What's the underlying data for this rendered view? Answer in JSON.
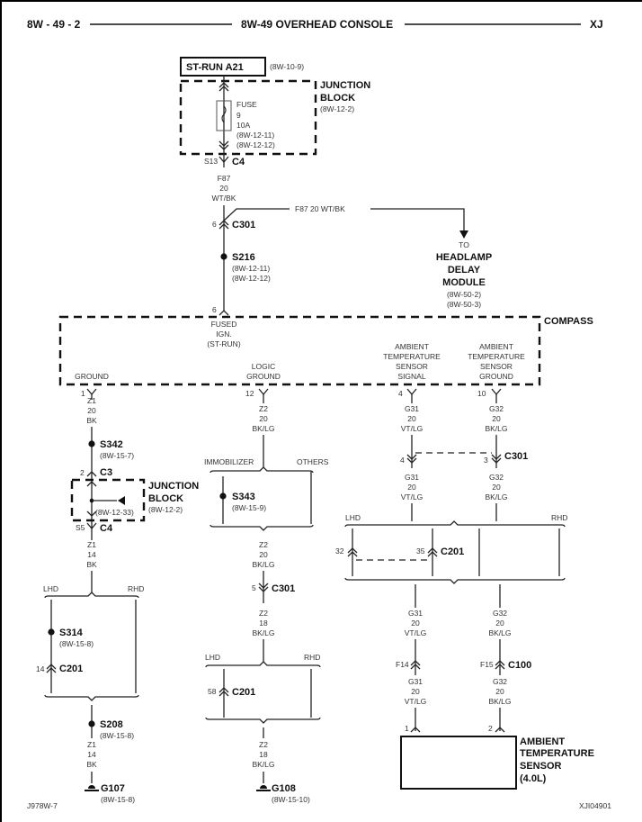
{
  "header": {
    "page_ref": "8W - 49 - 2",
    "title": "8W-49 OVERHEAD CONSOLE",
    "model": "XJ"
  },
  "footer": {
    "left_code": "J978W-7",
    "right_code": "XJI04901"
  },
  "power_source": {
    "label": "ST-RUN A21",
    "ref": "(8W-10-9)"
  },
  "junction_block_top": {
    "title_line1": "JUNCTION",
    "title_line2": "BLOCK",
    "ref": "(8W-12-2)",
    "fuse": {
      "line1": "FUSE",
      "line2": "9",
      "line3": "10A",
      "ref1": "(8W-12-11)",
      "ref2": "(8W-12-12)"
    },
    "cavity": "S13",
    "connector": "C4"
  },
  "feed_wire": {
    "circuit": "F87",
    "gauge": "20",
    "color": "WT/BK"
  },
  "c301_top": {
    "pin": "6",
    "name": "C301"
  },
  "branch_wire": {
    "label": "F87   20 WT/BK"
  },
  "headlamp_module": {
    "to": "TO",
    "line1": "HEADLAMP",
    "line2": "DELAY",
    "line3": "MODULE",
    "ref1": "(8W-50-2)",
    "ref2": "(8W-50-3)"
  },
  "s216": {
    "name": "S216",
    "ref1": "(8W-12-11)",
    "ref2": "(8W-12-12)"
  },
  "compass": {
    "title": "COMPASS",
    "pin_fused": "6",
    "fused_l1": "FUSED",
    "fused_l2": "IGN.",
    "fused_l3": "(ST-RUN)",
    "ground_label": "GROUND",
    "ground_pin": "1",
    "logic_l1": "LOGIC",
    "logic_l2": "GROUND",
    "logic_pin": "12",
    "signal_l1": "AMBIENT",
    "signal_l2": "TEMPERATURE",
    "signal_l3": "SENSOR",
    "signal_l4": "SIGNAL",
    "signal_pin": "4",
    "sgnd_l1": "AMBIENT",
    "sgnd_l2": "TEMPERATURE",
    "sgnd_l3": "SENSOR",
    "sgnd_l4": "GROUND",
    "sgnd_pin": "10"
  },
  "ground_branch": {
    "wire1": {
      "circuit": "Z1",
      "gauge": "20",
      "color": "BK"
    },
    "s342": {
      "name": "S342",
      "ref": "(8W-15-7)"
    },
    "c3": {
      "pin": "2",
      "name": "C3"
    },
    "jb": {
      "title_line1": "JUNCTION",
      "title_line2": "BLOCK",
      "ref": "(8W-12-2)",
      "inner_ref": "(8W-12-33)"
    },
    "c4": {
      "cavity": "S5",
      "name": "C4"
    },
    "wire2": {
      "circuit": "Z1",
      "gauge": "14",
      "color": "BK"
    },
    "lhd": "LHD",
    "rhd": "RHD",
    "s314": {
      "name": "S314",
      "ref": "(8W-15-8)"
    },
    "c201": {
      "pin": "14",
      "name": "C201"
    },
    "s208": {
      "name": "S208",
      "ref": "(8W-15-8)"
    },
    "wire3": {
      "circuit": "Z1",
      "gauge": "14",
      "color": "BK"
    },
    "g107": {
      "name": "G107",
      "ref": "(8W-15-8)"
    }
  },
  "logic_branch": {
    "wire1": {
      "circuit": "Z2",
      "gauge": "20",
      "color": "BK/LG"
    },
    "immobilizer": "IMMOBILIZER",
    "others": "OTHERS",
    "s343": {
      "name": "S343",
      "ref": "(8W-15-9)"
    },
    "wire2": {
      "circuit": "Z2",
      "gauge": "20",
      "color": "BK/LG"
    },
    "c301": {
      "pin": "5",
      "name": "C301"
    },
    "wire3": {
      "circuit": "Z2",
      "gauge": "18",
      "color": "BK/LG"
    },
    "lhd": "LHD",
    "rhd": "RHD",
    "c201": {
      "pin": "58",
      "name": "C201"
    },
    "wire4": {
      "circuit": "Z2",
      "gauge": "18",
      "color": "BK/LG"
    },
    "g108": {
      "name": "G108",
      "ref": "(8W-15-10)"
    }
  },
  "sensor_branch": {
    "g31_a": {
      "circuit": "G31",
      "gauge": "20",
      "color": "VT/LG"
    },
    "g32_a": {
      "circuit": "G32",
      "gauge": "20",
      "color": "BK/LG"
    },
    "c301": {
      "pin_signal": "4",
      "pin_ground": "3",
      "name": "C301"
    },
    "g31_b": {
      "circuit": "G31",
      "gauge": "20",
      "color": "VT/LG"
    },
    "g32_b": {
      "circuit": "G32",
      "gauge": "20",
      "color": "BK/LG"
    },
    "lhd": "LHD",
    "rhd": "RHD",
    "c201": {
      "pin_a": "32",
      "pin_b": "35",
      "name": "C201"
    },
    "g31_c": {
      "circuit": "G31",
      "gauge": "20",
      "color": "VT/LG"
    },
    "g32_c": {
      "circuit": "G32",
      "gauge": "20",
      "color": "BK/LG"
    },
    "c100": {
      "pin_signal": "F14",
      "pin_ground": "F15",
      "name": "C100"
    },
    "g31_d": {
      "circuit": "G31",
      "gauge": "20",
      "color": "VT/LG"
    },
    "g32_d": {
      "circuit": "G32",
      "gauge": "20",
      "color": "BK/LG"
    },
    "sensor_pin1": "1",
    "sensor_pin2": "2"
  },
  "ambient_sensor": {
    "line1": "AMBIENT",
    "line2": "TEMPERATURE",
    "line3": "SENSOR",
    "line4": "(4.0L)"
  }
}
